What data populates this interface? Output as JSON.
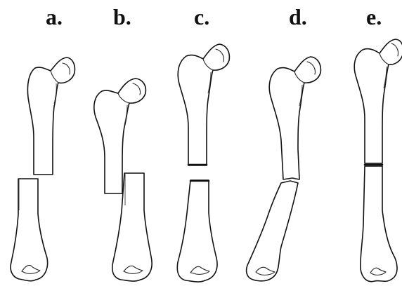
{
  "figure": {
    "panels": [
      {
        "id": "a",
        "label": "a."
      },
      {
        "id": "b",
        "label": "b."
      },
      {
        "id": "c",
        "label": "c."
      },
      {
        "id": "d",
        "label": "d."
      },
      {
        "id": "e",
        "label": "e."
      }
    ]
  }
}
